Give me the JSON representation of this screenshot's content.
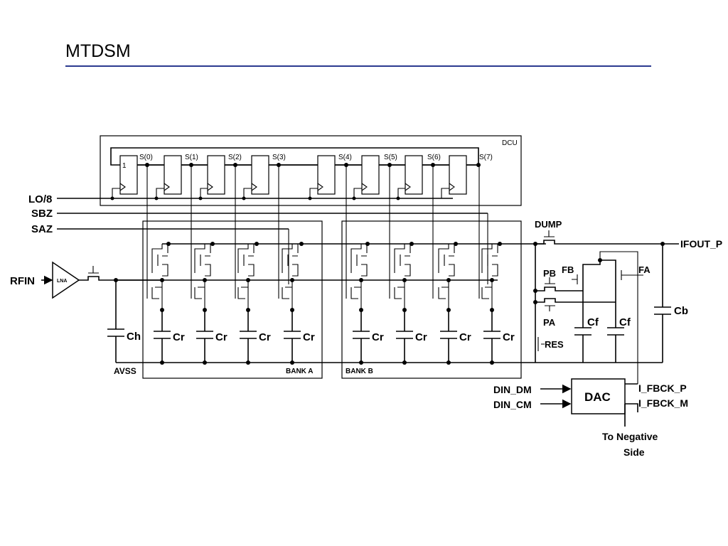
{
  "title": "MTDSM",
  "diagram": {
    "dcu_label": "DCU",
    "ff_one": "1",
    "stage_labels": [
      "S(0)",
      "S(1)",
      "S(2)",
      "S(3)",
      "S(4)",
      "S(5)",
      "S(6)",
      "S(7)"
    ],
    "inputs": {
      "lo8": "LO/8",
      "sbz": "SBZ",
      "saz": "SAZ",
      "rfin": "RFIN"
    },
    "lna": "LNA",
    "ch": "Ch",
    "cr": "Cr",
    "avss": "AVSS",
    "bank_a": "BANK A",
    "bank_b": "BANK B",
    "dump": "DUMP",
    "ifout": "IFOUT_P",
    "pb": "PB",
    "pa": "PA",
    "fb": "FB",
    "fa": "FA",
    "cf": "Cf",
    "cb": "Cb",
    "res": "RES",
    "dac": "DAC",
    "din_dm": "DIN_DM",
    "din_cm": "DIN_CM",
    "fbck_p": "I_FBCK_P",
    "fbck_m": "I_FBCK_M",
    "neg_line1": "To Negative",
    "neg_line2": "Side"
  }
}
